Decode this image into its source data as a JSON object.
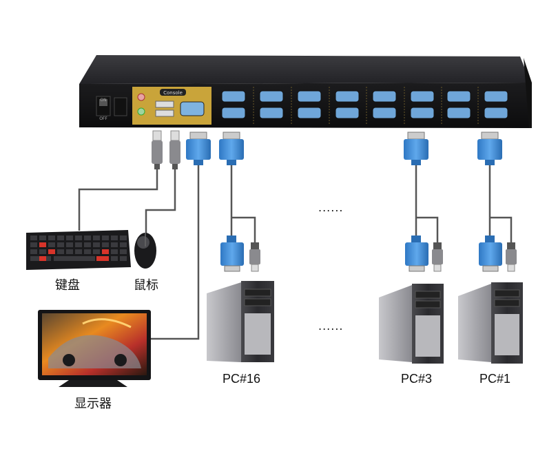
{
  "switch": {
    "console_label": "Console",
    "power_on": "ON",
    "power_off": "OFF"
  },
  "labels": {
    "keyboard": "键盘",
    "mouse": "鼠标",
    "monitor": "显示器",
    "pc16": "PC#16",
    "pc3": "PC#3",
    "pc1": "PC#1",
    "ellipsis_top": "......",
    "ellipsis_bottom": "......"
  },
  "colors": {
    "switch_body": "#2a2a2c",
    "console_panel": "#c9a43a",
    "vga_blue": "#3a8ad6",
    "cable": "#555555"
  }
}
